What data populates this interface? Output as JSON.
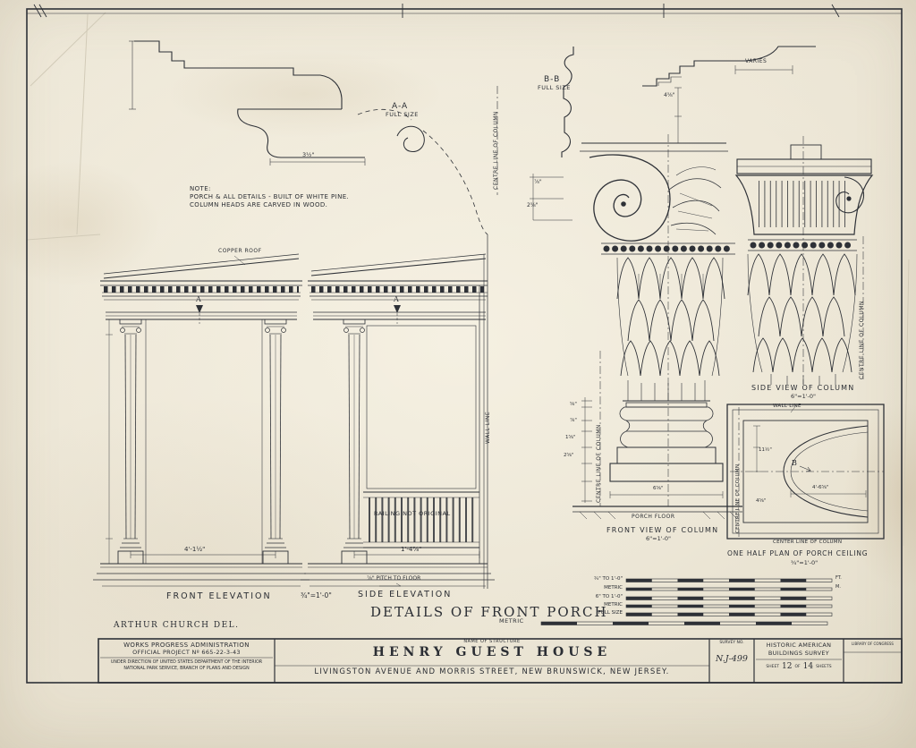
{
  "sheet": {
    "paper_color": "#e9e3d3",
    "ink_color": "#2e3137"
  },
  "header": {
    "main_title": "DETAILS OF FRONT PORCH",
    "delineator": "ARTHUR CHURCH DEL."
  },
  "note": {
    "line1": "NOTE:",
    "line2": "PORCH & ALL DETAILS - BUILT OF WHITE PINE.",
    "line3": "COLUMN HEADS ARE CARVED IN WOOD."
  },
  "sections": {
    "aa": {
      "label": "A-A",
      "scale": "FULL SIZE"
    },
    "bb": {
      "label": "B-B",
      "scale": "FULL SIZE"
    },
    "front_elevation": {
      "label": "FRONT ELEVATION",
      "scale": "¾\"=1'-0\""
    },
    "side_elevation": {
      "label": "SIDE ELEVATION"
    },
    "front_view_column": {
      "label": "FRONT VIEW OF COLUMN",
      "scale": "6\"=1'-0\""
    },
    "side_view_column": {
      "label": "SIDE VIEW OF COLUMN",
      "scale": "6\"=1'-0\""
    },
    "ceiling_plan": {
      "label": "ONE HALF PLAN OF PORCH CEILING",
      "scale": "¾\"=1'-0\""
    }
  },
  "annotations": {
    "copper_roof": "COPPER ROOF",
    "railing_note": "RAILING NOT ORIGINAL",
    "wall_line_side": "WALL LINE",
    "wall_line_plan": "WALL LINE",
    "porch_floor": "PORCH FLOOR",
    "pitch_note": "⅞\" PITCH TO FLOOR",
    "centre_line_top": "CENTRE LINE OF COLUMN",
    "centre_line_front_view": "CENTRE LINE OF COLUMN",
    "centre_line_side_view": "CENTRE LINE OF COLUMN",
    "centre_line_plan": "CENTRE LINE OF COLUMN",
    "center_line_plan_bottom": "CENTER LINE OF COLUMN",
    "marker_a_front": "A",
    "marker_a_side": "A",
    "marker_b_plan": "B",
    "varies": "VARIES"
  },
  "dimensions": {
    "aa_width": "3½\"",
    "bb_upper": "⅞\"",
    "bb_lower": "2⅝\"",
    "capital_height": "4⅝\"",
    "base_d1": "⅝\"",
    "base_d2": "⅞\"",
    "base_d3": "1⅝\"",
    "base_d4": "2⅝\"",
    "plinth_width": "6⅝\"",
    "front_elevation_width": "4'-1½\"",
    "side_elevation_width": "1'-4⅞\"",
    "plan_d1": "11½\"",
    "plan_d2": "4'-6⅝\"",
    "plan_d3": "4⅝\""
  },
  "scale_bars": {
    "rows": [
      {
        "label": "¾\" TO 1'-0\"",
        "unit": "FT."
      },
      {
        "label": "METRIC",
        "unit": "M."
      },
      {
        "label": "6\" TO 1'-0\"",
        "unit": ""
      },
      {
        "label": "METRIC",
        "unit": ""
      },
      {
        "label": "FULL SIZE",
        "unit": ""
      },
      {
        "label": "METRIC",
        "unit": ""
      }
    ]
  },
  "title_block": {
    "wpa_line1": "WORKS PROGRESS ADMINISTRATION",
    "wpa_line2": "OFFICIAL PROJECT Nº 665-22-3-43",
    "wpa_line3": "UNDER DIRECTION OF UNITED STATES DEPARTMENT OF THE INTERIOR",
    "wpa_line4": "NATIONAL PARK SERVICE, BRANCH OF PLANS AND DESIGN",
    "name_of_structure_label": "NAME OF STRUCTURE",
    "structure_name": "HENRY GUEST HOUSE",
    "address": "LIVINGSTON AVENUE AND MORRIS STREET, NEW BRUNSWICK, NEW JERSEY.",
    "survey_label": "SURVEY NO.",
    "survey_no": "N.J-499",
    "habs_line1": "HISTORIC AMERICAN",
    "habs_line2": "BUILDINGS SURVEY",
    "sheet_word": "SHEET",
    "sheet_no": "12",
    "sheet_of": "OF",
    "sheet_total": "14",
    "sheet_word2": "SHEETS",
    "library_stamp": "LIBRARY OF CONGRESS"
  }
}
